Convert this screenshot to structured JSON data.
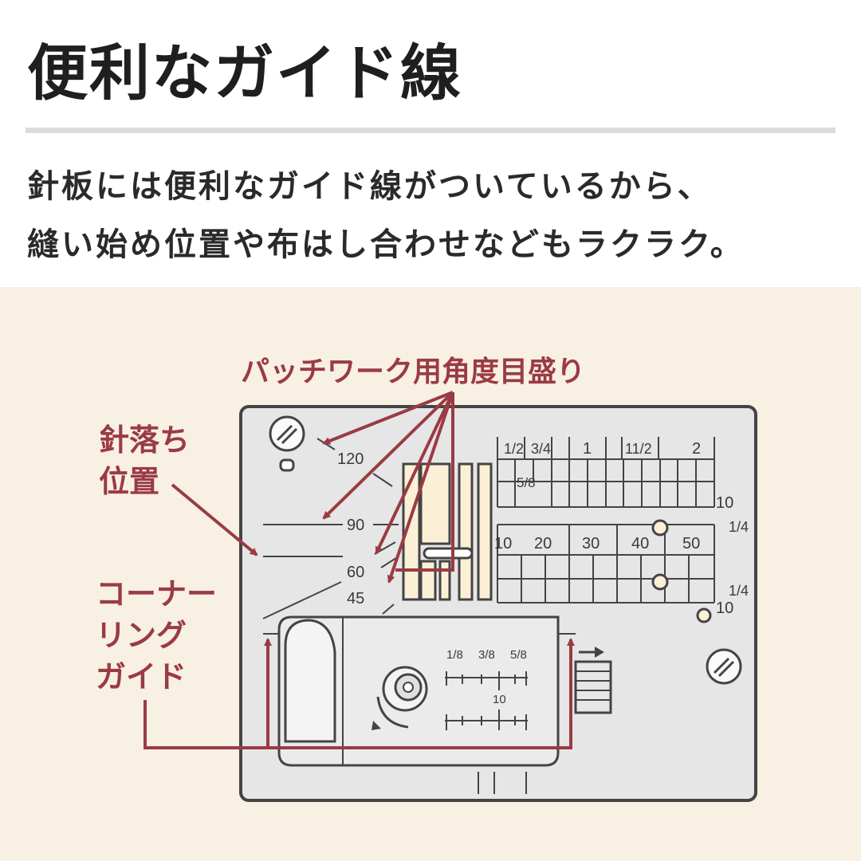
{
  "title": "便利なガイド線",
  "description": {
    "line1": "針板には便利なガイド線がついているから、",
    "line2": "縫い始め位置や布はし合わせなどもラクラク。"
  },
  "diagram": {
    "callouts": {
      "angle_guide": "パッチワーク用角度目盛り",
      "needle_drop_line1": "針落ち",
      "needle_drop_line2": "位置",
      "cornering_line1": "コーナー",
      "cornering_line2": "リング",
      "cornering_line3": "ガイド"
    },
    "angle_marks": [
      "120",
      "90",
      "60",
      "45"
    ],
    "inch_top": {
      "half": "1/2",
      "three_quarter": "3/4",
      "one": "1",
      "one_half": "11/2",
      "two": "2"
    },
    "five_eighths": "5/8",
    "metric_marks": [
      "10",
      "20",
      "30",
      "40",
      "50"
    ],
    "right_labels": {
      "ten_a": "10",
      "quarter_a": "1/4",
      "quarter_b": "1/4",
      "ten_b": "10"
    },
    "bobbin_cover": {
      "fracs": [
        "1/8",
        "3/8",
        "5/8"
      ],
      "ten": "10"
    },
    "colors": {
      "accent": "#9a3b44",
      "plate": "#e6e6e6",
      "panel": "#f8f0e3"
    }
  }
}
